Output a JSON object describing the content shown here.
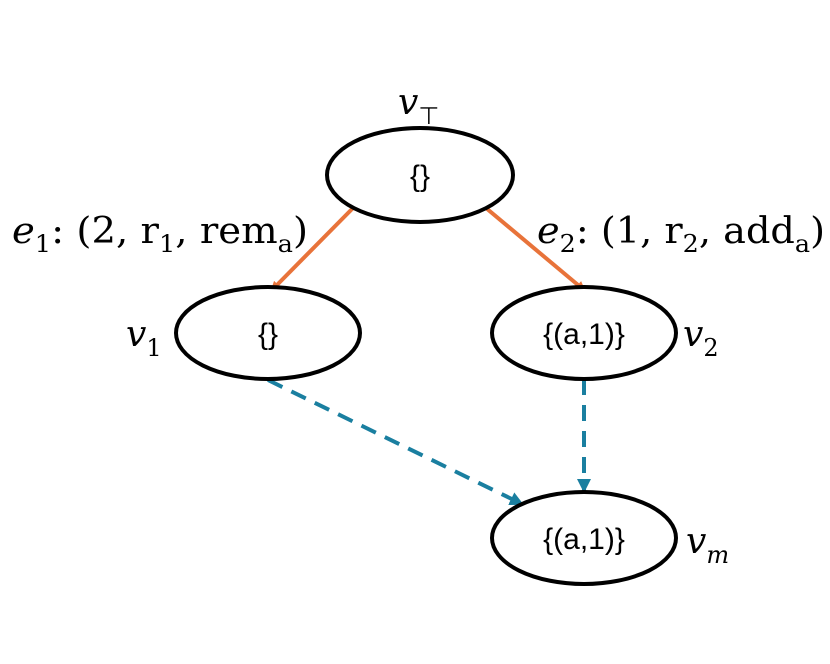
{
  "colors": {
    "node_stroke": "#000000",
    "edge_orange": "#E8733A",
    "edge_blue": "#1A7FA0"
  },
  "nodes": {
    "v_top": {
      "value": "{}",
      "name": "v",
      "sub": "⊤"
    },
    "v1": {
      "value": "{}",
      "name": "v",
      "sub": "1"
    },
    "v2": {
      "value": "{(a,1)}",
      "name": "v",
      "sub": "2"
    },
    "vm": {
      "value": "{(a,1)}",
      "name": "v",
      "sub": "m"
    }
  },
  "edges": {
    "e1": {
      "name": "e",
      "sub": "1",
      "sep": ": (2, ",
      "r": "r",
      "r_sub": "1",
      "sep2": ", ",
      "op": "rem",
      "op_sub": "a",
      "close": ")"
    },
    "e2": {
      "name": "e",
      "sub": "2",
      "sep": ": (1, ",
      "r": "r",
      "r_sub": "2",
      "sep2": ", ",
      "op": "add",
      "op_sub": "a",
      "close": ")"
    }
  }
}
